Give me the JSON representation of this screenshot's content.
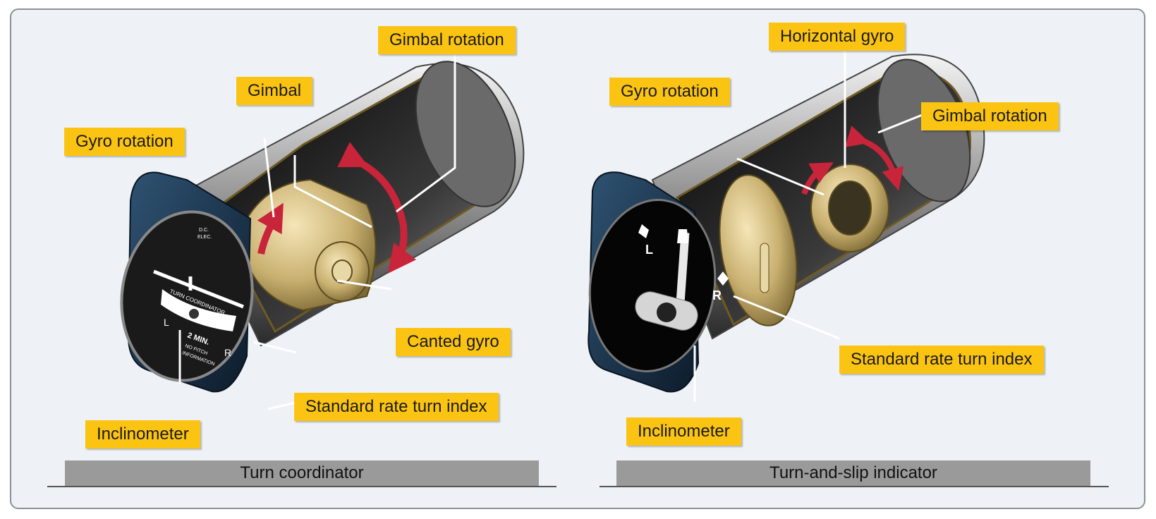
{
  "left_panel": {
    "caption": "Turn coordinator",
    "labels": {
      "gimbal_rotation": "Gimbal rotation",
      "gimbal": "Gimbal",
      "gyro_rotation": "Gyro rotation",
      "canted_gyro": "Canted gyro",
      "standard_rate_turn_index": "Standard rate turn index",
      "inclinometer": "Inclinometer"
    },
    "dial": {
      "title": "TURN COORDINATOR",
      "rate": "2 MIN.",
      "note_line1": "NO PITCH",
      "note_line2": "INFORMATION",
      "maker_line1": "D.C.",
      "maker_line2": "ELEC.",
      "left": "L",
      "right": "R"
    }
  },
  "right_panel": {
    "caption": "Turn-and-slip indicator",
    "labels": {
      "horizontal_gyro": "Horizontal gyro",
      "gyro_rotation": "Gyro rotation",
      "gimbal_rotation": "Gimbal rotation",
      "standard_rate_turn_index": "Standard rate turn index",
      "inclinometer": "Inclinometer"
    },
    "dial": {
      "left": "L",
      "right": "R"
    }
  },
  "colors": {
    "label_fill": "#fbc413",
    "caption_fill": "#9a9a9a",
    "arrow_red": "#c8243a",
    "housing_navy": "#1c3550",
    "brass": "#c9b070",
    "background": "#eef2f6"
  }
}
